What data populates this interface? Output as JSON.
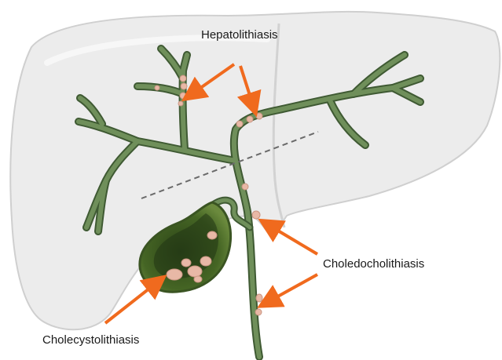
{
  "labels": {
    "hepatolithiasis": "Hepatolithiasis",
    "choledocholithiasis": "Choledocholithiasis",
    "cholecystolithiasis": "Cholecystolithiasis"
  },
  "colors": {
    "liver_fill": "#ececec",
    "liver_stroke": "#c9c9c9",
    "duct": "#5b7a4a",
    "duct_dark": "#3f5a33",
    "gallbladder": "#4e6b30",
    "gallbladder_dark": "#2f4620",
    "stone": "#e8b8a6",
    "arrow": "#f06a1e",
    "dashed": "#6a6a6a"
  }
}
